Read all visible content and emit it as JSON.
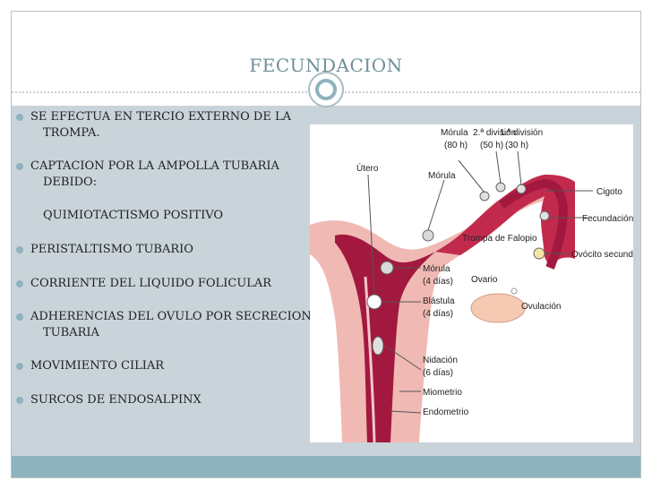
{
  "slide": {
    "title": "FECUNDACION",
    "bullets": [
      {
        "text": "SE EFECTUA EN TERCIO EXTERNO DE LA",
        "cont": "TROMPA."
      },
      {
        "text": "CAPTACION POR LA AMPOLLA TUBARIA",
        "cont": "DEBIDO:",
        "cont2": "QUIMIOTACTISMO POSITIVO"
      },
      {
        "text": "PERISTALTISMO TUBARIO"
      },
      {
        "text": "CORRIENTE DEL LIQUIDO FOLICULAR"
      },
      {
        "text": "ADHERENCIAS DEL OVULO POR SECRECION",
        "cont": "TUBARIA"
      },
      {
        "text": "MOVIMIENTO CILIAR"
      },
      {
        "text": "SURCOS DE ENDOSALPINX"
      }
    ]
  },
  "figure": {
    "labels": {
      "utero": "Útero",
      "morula_top": "Mórula",
      "morula_80": "Mórula",
      "h80": "(80 h)",
      "div2": "2.ª división",
      "h50": "(50 h)",
      "div1": "1.ª división",
      "h30": "(30 h)",
      "cigoto": "Cigoto",
      "fecundacion": "Fecundación",
      "trompa": "Trompa de Falopio",
      "ovocito": "Ovócito secundario",
      "ovario": "Ovario",
      "ovulacion": "Ovulación",
      "morula4": "Mórula",
      "dias4a": "(4 días)",
      "blastula": "Blástula",
      "dias4b": "(4 días)",
      "nidacion": "Nidación",
      "dias6": "(6 días)",
      "miometrio": "Miometrio",
      "endometrio": "Endometrio"
    }
  },
  "colors": {
    "accent": "#8fb2bf",
    "content_bg": "#c9d4da",
    "title": "#6f8f98",
    "uterus_wall": "#f0b9b3",
    "uterus_inner": "#a3183f"
  }
}
